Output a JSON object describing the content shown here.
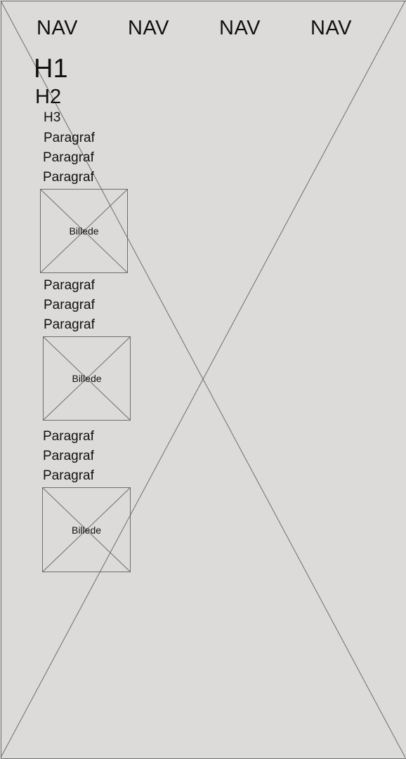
{
  "nav": [
    "NAV",
    "NAV",
    "NAV",
    "NAV"
  ],
  "headings": {
    "h1": "H1",
    "h2": "H2",
    "h3": "H3"
  },
  "paragraph_label": "Paragraf",
  "sections": [
    {
      "paragraphs": [
        "Paragraf",
        "Paragraf",
        "Paragraf"
      ],
      "image_label": "Billede"
    },
    {
      "paragraphs": [
        "Paragraf",
        "Paragraf",
        "Paragraf"
      ],
      "image_label": "Billede"
    },
    {
      "paragraphs": [
        "Paragraf",
        "Paragraf",
        "Paragraf"
      ],
      "image_label": "Billede"
    }
  ],
  "colors": {
    "background": "#dcdbd9",
    "lines": "#6e6e6e",
    "text": "#111111"
  }
}
